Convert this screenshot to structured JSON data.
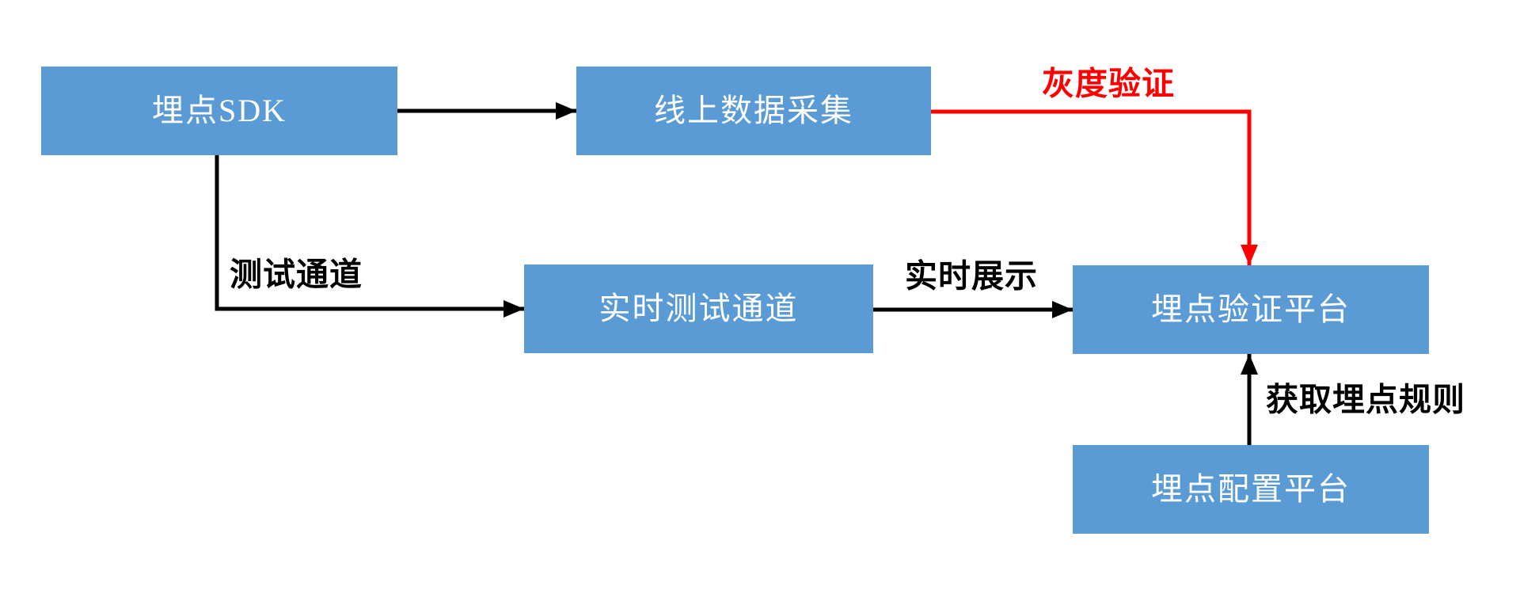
{
  "colors": {
    "background": "#ffffff",
    "box_fill": "#5B9BD5",
    "box_text": "#ffffff",
    "line": "#000000",
    "highlight": "#ff0000"
  },
  "diagram": {
    "nodes": [
      {
        "id": "tracking-sdk",
        "label": "埋点SDK"
      },
      {
        "id": "online-data-collection",
        "label": "线上数据采集"
      },
      {
        "id": "realtime-test-channel",
        "label": "实时测试通道"
      },
      {
        "id": "tracking-verification-platform",
        "label": "埋点验证平台"
      },
      {
        "id": "tracking-config-platform",
        "label": "埋点配置平台"
      }
    ],
    "edge_labels": [
      {
        "id": "gray-validation",
        "label": "灰度验证",
        "highlight": true
      },
      {
        "id": "test-channel",
        "label": "测试通道",
        "highlight": false
      },
      {
        "id": "realtime-display",
        "label": "实时展示",
        "highlight": false
      },
      {
        "id": "fetch-tracking-rules",
        "label": "获取埋点规则",
        "highlight": false
      }
    ]
  }
}
